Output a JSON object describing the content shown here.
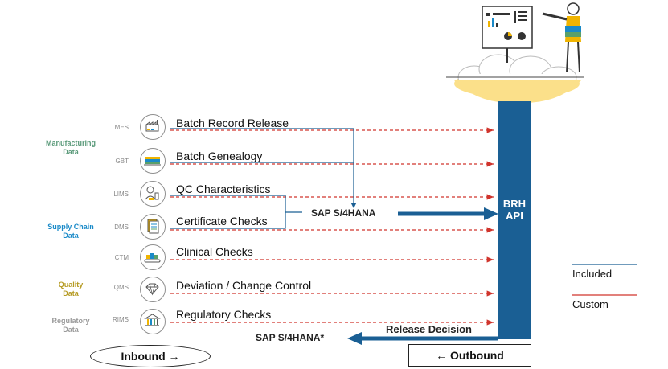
{
  "categories": [
    {
      "id": "manufacturing",
      "text": "Manufacturing\nData",
      "color": "#5a9a7a"
    },
    {
      "id": "supply",
      "text": "Supply Chain\nData",
      "color": "#1a8ac8"
    },
    {
      "id": "quality",
      "text": "Quality\nData",
      "color": "#b59a22"
    },
    {
      "id": "regulatory",
      "text": "Regulatory\nData",
      "color": "#9a9a9a"
    }
  ],
  "flows": [
    {
      "system": "MES",
      "label": "Batch Record Release",
      "icon": "factory-icon"
    },
    {
      "system": "GBT",
      "label": "Batch Genealogy",
      "icon": "warehouse-icon"
    },
    {
      "system": "LIMS",
      "label": "QC Characteristics",
      "icon": "lab-technician-icon"
    },
    {
      "system": "DMS",
      "label": "Certificate Checks",
      "icon": "documents-icon"
    },
    {
      "system": "CTM",
      "label": "Clinical Checks",
      "icon": "conveyor-icon"
    },
    {
      "system": "QMS",
      "label": "Deviation / Change Control",
      "icon": "diamond-icon"
    },
    {
      "system": "RIMS",
      "label": "Regulatory Checks",
      "icon": "government-building-icon"
    }
  ],
  "hub": {
    "label": "SAP S/4HANA"
  },
  "api": {
    "line1": "BRH",
    "line2": "API"
  },
  "outbound_flow": {
    "label": "Release Decision",
    "target": "SAP S/4HANA*"
  },
  "buttons": {
    "inbound": "Inbound →",
    "outbound": "← Outbound"
  },
  "legend": {
    "included": "Included",
    "custom": "Custom"
  },
  "colors": {
    "blue": "#1a5f94",
    "red": "#d0342c",
    "cloud": "#fbe08a"
  }
}
